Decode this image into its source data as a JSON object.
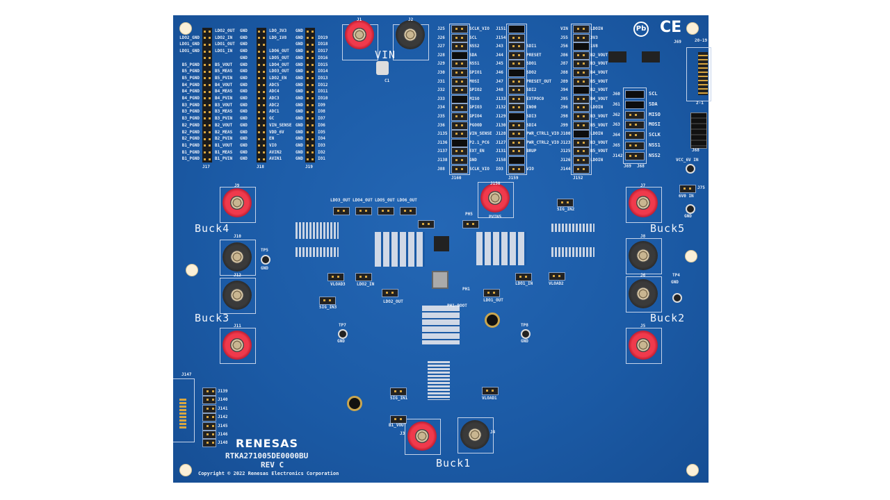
{
  "board": {
    "brand": "RENESAS",
    "part_number": "RTKA271005DE0000BU",
    "revision": "REV C",
    "copyright": "Copyright © 2022 Renesas Electronics Corporation",
    "marks": {
      "pb_free": "Pb",
      "ce": "CE"
    },
    "colors": {
      "pcb": "#1b5aa5",
      "red_jack": "#e0283c",
      "black_jack": "#1a1a1a",
      "pin": "#d8a640"
    }
  },
  "terminals": {
    "vin": "VIN",
    "buck1": "Buck1",
    "buck2": "Buck2",
    "buck3": "Buck3",
    "buck4": "Buck4",
    "buck5": "Buck5",
    "pvin5": "PVIN5",
    "j1": "J1",
    "j2": "J2",
    "j3": "J3",
    "j4": "J4",
    "j5": "J5",
    "j6": "J6",
    "j7": "J7",
    "j8": "J8",
    "j9": "J9",
    "j10": "J10",
    "j11": "J11",
    "j12": "J12",
    "j150": "J150",
    "c1": "C1"
  },
  "test_points": {
    "tp5": "TP5",
    "tp7": "TP7",
    "tp8": "TP8",
    "tp4": "TP4",
    "gnd": "GND",
    "vcc_6v_in": "VCC_6V IN",
    "v6v0_in": "6V0 IN",
    "j75": "J75"
  },
  "headers": [
    {
      "name": "J17",
      "left": [
        "",
        "LDO2_GND",
        "LDO1_GND",
        "LDO1_GND",
        "",
        "B5_PGND",
        "B5_PGND",
        "B5_PGND",
        "B4_PGND",
        "B4_PGND",
        "B4_PGND",
        "B3_PGND",
        "B3_PGND",
        "B3_PGND",
        "B2_PGND",
        "B2_PGND",
        "B2_PGND",
        "B1_PGND",
        "B1_PGND",
        "B1_PGND"
      ],
      "right": [
        "LDO2_OUT",
        "LDO2_IN",
        "LDO1_OUT",
        "LDO1_IN",
        "",
        "B5_VOUT",
        "B5_MEAS",
        "B5_PVIN",
        "B4_VOUT",
        "B4_MEAS",
        "B4_PVIN",
        "B3_VOUT",
        "B3_MEAS",
        "B3_PVIN",
        "B2_VOUT",
        "B2_MEAS",
        "B2_PVIN",
        "B1_VOUT",
        "B1_MEAS",
        "B1_PVIN"
      ]
    },
    {
      "name": "J18",
      "left": [
        "GND",
        "GND",
        "GND",
        "GND",
        "GND",
        "GND",
        "GND",
        "GND",
        "GND",
        "GND",
        "GND",
        "GND",
        "GND",
        "GND",
        "GND",
        "GND",
        "GND",
        "GND",
        "GND",
        "GND"
      ],
      "right": [
        "LDO_3V3",
        "LDO_1V8",
        "",
        "LDO6_OUT",
        "LDO5_OUT",
        "LDO4_OUT",
        "LDO3_OUT",
        "LDO2_EN",
        "ADC5",
        "ADC4",
        "ADC3",
        "ADC2",
        "ADC1",
        "GC",
        "VIN_SENSE",
        "VDD_6V",
        "EN",
        "VIO",
        "AVIN2",
        "AVIN1"
      ]
    },
    {
      "name": "J19",
      "left": [
        "GND",
        "GND",
        "GND",
        "GND",
        "GND",
        "GND",
        "GND",
        "GND",
        "GND",
        "GND",
        "GND",
        "GND",
        "GND",
        "GND",
        "GND",
        "GND",
        "GND",
        "GND",
        "GND",
        "GND"
      ],
      "right": [
        "",
        "IO19",
        "IO18",
        "IO17",
        "IO16",
        "IO15",
        "IO14",
        "IO13",
        "IO12",
        "IO11",
        "IO10",
        "IO9",
        "IO8",
        "IO7",
        "IO6",
        "IO5",
        "IO4",
        "IO3",
        "IO2",
        "IO1"
      ]
    }
  ],
  "jumper_columns": [
    {
      "name": "J160",
      "left": [
        "J25",
        "J26",
        "J27",
        "J28",
        "J29",
        "J30",
        "J31",
        "J32",
        "J33",
        "J34",
        "J35",
        "J36",
        "J135",
        "J136",
        "J137",
        "J138",
        "J88"
      ],
      "right": [
        "SCLK_VIO",
        "SCL",
        "NSS2",
        "SDA",
        "NSS1",
        "GPIO1",
        "MOSI",
        "GPIO2",
        "MISO",
        "GPIO3",
        "GPIO4",
        "PGOOD",
        "VIN_SENSE",
        "P2.1_PC6",
        "EXT_EN",
        "GND",
        "SCLK_VIO"
      ]
    },
    {
      "name": "J159",
      "left": [
        "J151",
        "J154",
        "J43",
        "J44",
        "J45",
        "J46",
        "J47",
        "J48",
        "J133",
        "J132",
        "J129",
        "J130",
        "J128",
        "J127",
        "J131",
        "J158",
        "IO3"
      ],
      "right": [
        "",
        "",
        "SDI1",
        "PRESET",
        "SDO1",
        "SDO2",
        "PRESET_OUT",
        "SDI2",
        "EXTPOC0",
        "INO0",
        "SDI3",
        "SDI4",
        "PWR_CTRL1_VIO",
        "PWR_CTRL2_VIO",
        "BRUP",
        "",
        "VIO"
      ]
    },
    {
      "name": "J152",
      "left": [
        "VIN",
        "J55",
        "J56",
        "J86",
        "J87",
        "J88",
        "J89",
        "J94",
        "J95",
        "J96",
        "J98",
        "J99",
        "J100",
        "J123",
        "J125",
        "J126",
        "J144"
      ],
      "right": [
        "LDOIN",
        "3V3",
        "1V8",
        "B2_VOUT",
        "B3_VOUT",
        "B4_VOUT",
        "B5_VOUT",
        "B2_VOUT",
        "B4_VOUT",
        "LDOIN",
        "B3_VOUT",
        "B5_VOUT",
        "LDOIN",
        "B3_VOUT",
        "B5_VOUT",
        "LDOIN",
        ""
      ]
    }
  ],
  "spi_i2c_jumpers": {
    "left": [
      "J60",
      "J61",
      "J62",
      "J63",
      "J64",
      "J65",
      "J142"
    ],
    "right": [
      "SCL",
      "SDA",
      "MISO",
      "MOSI",
      "SCLK",
      "NSS1",
      "NSS2"
    ],
    "footer": [
      "J69",
      "J68"
    ]
  },
  "connectors": {
    "j69": "J69",
    "j69_pins": "20-19",
    "j69_pins2": "2-1",
    "j6x": "J68",
    "j147": "J147"
  },
  "bottom_jumpers": [
    "J139",
    "J140",
    "J141",
    "J142",
    "J145",
    "J146",
    "J148"
  ],
  "center_labels": {
    "ldo_outs": [
      "LDO3_OUT",
      "LDO4_OUT",
      "LDO5_OUT",
      "LDO6_OUT"
    ],
    "vload3": "VLOAD3",
    "ldo2_in": "LDO2_IN",
    "ldo2_out": "LDO2_OUT",
    "ldo1_in": "LDO1_IN",
    "ldo1_out": "LDO1_OUT",
    "vload2": "VLOAD2",
    "vload1": "VLOAD1",
    "sig_in3": "SIG_IN3",
    "sig_in2": "SIG_IN2",
    "sig_in1": "SIG_IN1",
    "b1_vout": "B1_VOUT",
    "ph5": "PH5",
    "ph1": "PH1",
    "pgood": "PH1-BOOT"
  }
}
